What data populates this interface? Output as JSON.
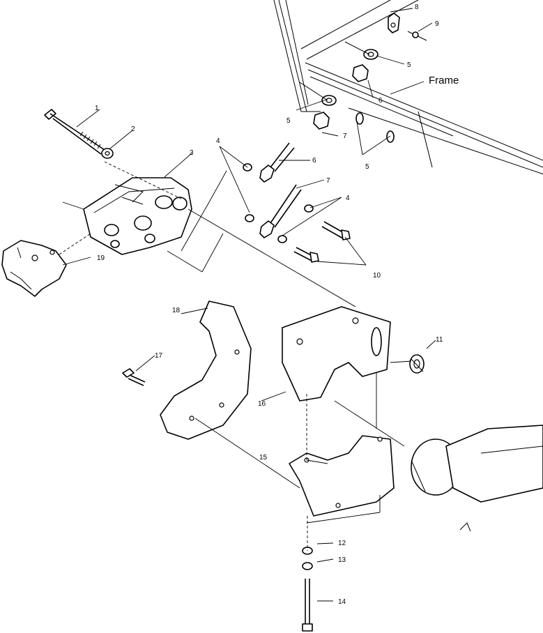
{
  "callouts": {
    "c1": "1",
    "c2": "2",
    "c3": "3",
    "c4a": "4",
    "c4b": "4",
    "c5a": "5",
    "c5b": "5",
    "c5c": "5",
    "c6a": "6",
    "c6b": "6",
    "c7a": "7",
    "c7b": "7",
    "c8": "8",
    "c9": "9",
    "c10": "10",
    "c11": "11",
    "c12": "12",
    "c13": "13",
    "c14": "14",
    "c15": "15",
    "c16": "16",
    "c17": "17",
    "c18": "18",
    "c19": "19"
  },
  "frame_label": "Frame"
}
